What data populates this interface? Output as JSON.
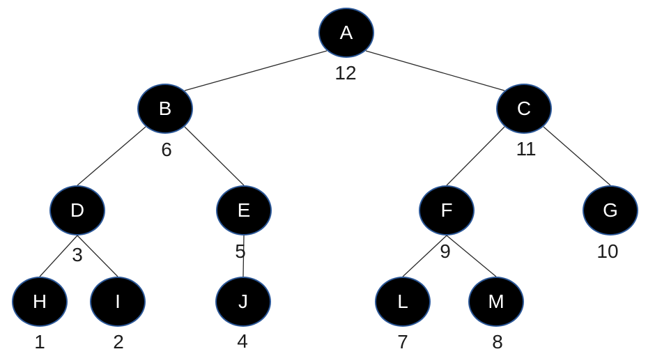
{
  "diagram": {
    "kind": "binary-tree",
    "background_color": "#ffffff",
    "node_fill_color": "#000000",
    "node_border_color": "#2b5797",
    "node_text_color": "#ffffff",
    "edge_color": "#2a2a2a",
    "value_text_color": "#1c1c1c",
    "nodes": [
      {
        "id": "A",
        "label": "A",
        "value": "12"
      },
      {
        "id": "B",
        "label": "B",
        "value": "6"
      },
      {
        "id": "C",
        "label": "C",
        "value": "11"
      },
      {
        "id": "D",
        "label": "D",
        "value": "3"
      },
      {
        "id": "E",
        "label": "E",
        "value": "5"
      },
      {
        "id": "F",
        "label": "F",
        "value": "9"
      },
      {
        "id": "G",
        "label": "G",
        "value": "10"
      },
      {
        "id": "H",
        "label": "H",
        "value": "1"
      },
      {
        "id": "I",
        "label": "I",
        "value": "2"
      },
      {
        "id": "J",
        "label": "J",
        "value": "4"
      },
      {
        "id": "L",
        "label": "L",
        "value": "7"
      },
      {
        "id": "M",
        "label": "M",
        "value": "8"
      }
    ],
    "edges": [
      {
        "from": "A",
        "to": "B"
      },
      {
        "from": "A",
        "to": "C"
      },
      {
        "from": "B",
        "to": "D"
      },
      {
        "from": "B",
        "to": "E"
      },
      {
        "from": "C",
        "to": "F"
      },
      {
        "from": "C",
        "to": "G"
      },
      {
        "from": "D",
        "to": "H"
      },
      {
        "from": "D",
        "to": "I"
      },
      {
        "from": "E",
        "to": "J"
      },
      {
        "from": "F",
        "to": "L"
      },
      {
        "from": "F",
        "to": "M"
      }
    ]
  }
}
